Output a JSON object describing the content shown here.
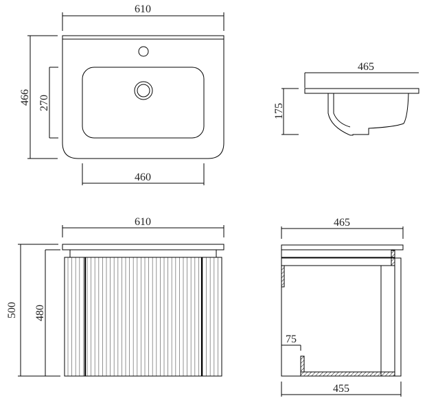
{
  "top_view": {
    "width": "610",
    "depth": "466",
    "bowl_depth": "270",
    "bowl_width": "460"
  },
  "basin_side_view": {
    "depth": "465",
    "height": "175"
  },
  "cabinet_front_view": {
    "width": "610",
    "total_height": "500",
    "cabinet_height": "480"
  },
  "cabinet_side_view": {
    "depth": "465",
    "recess": "75",
    "body_depth": "455"
  }
}
